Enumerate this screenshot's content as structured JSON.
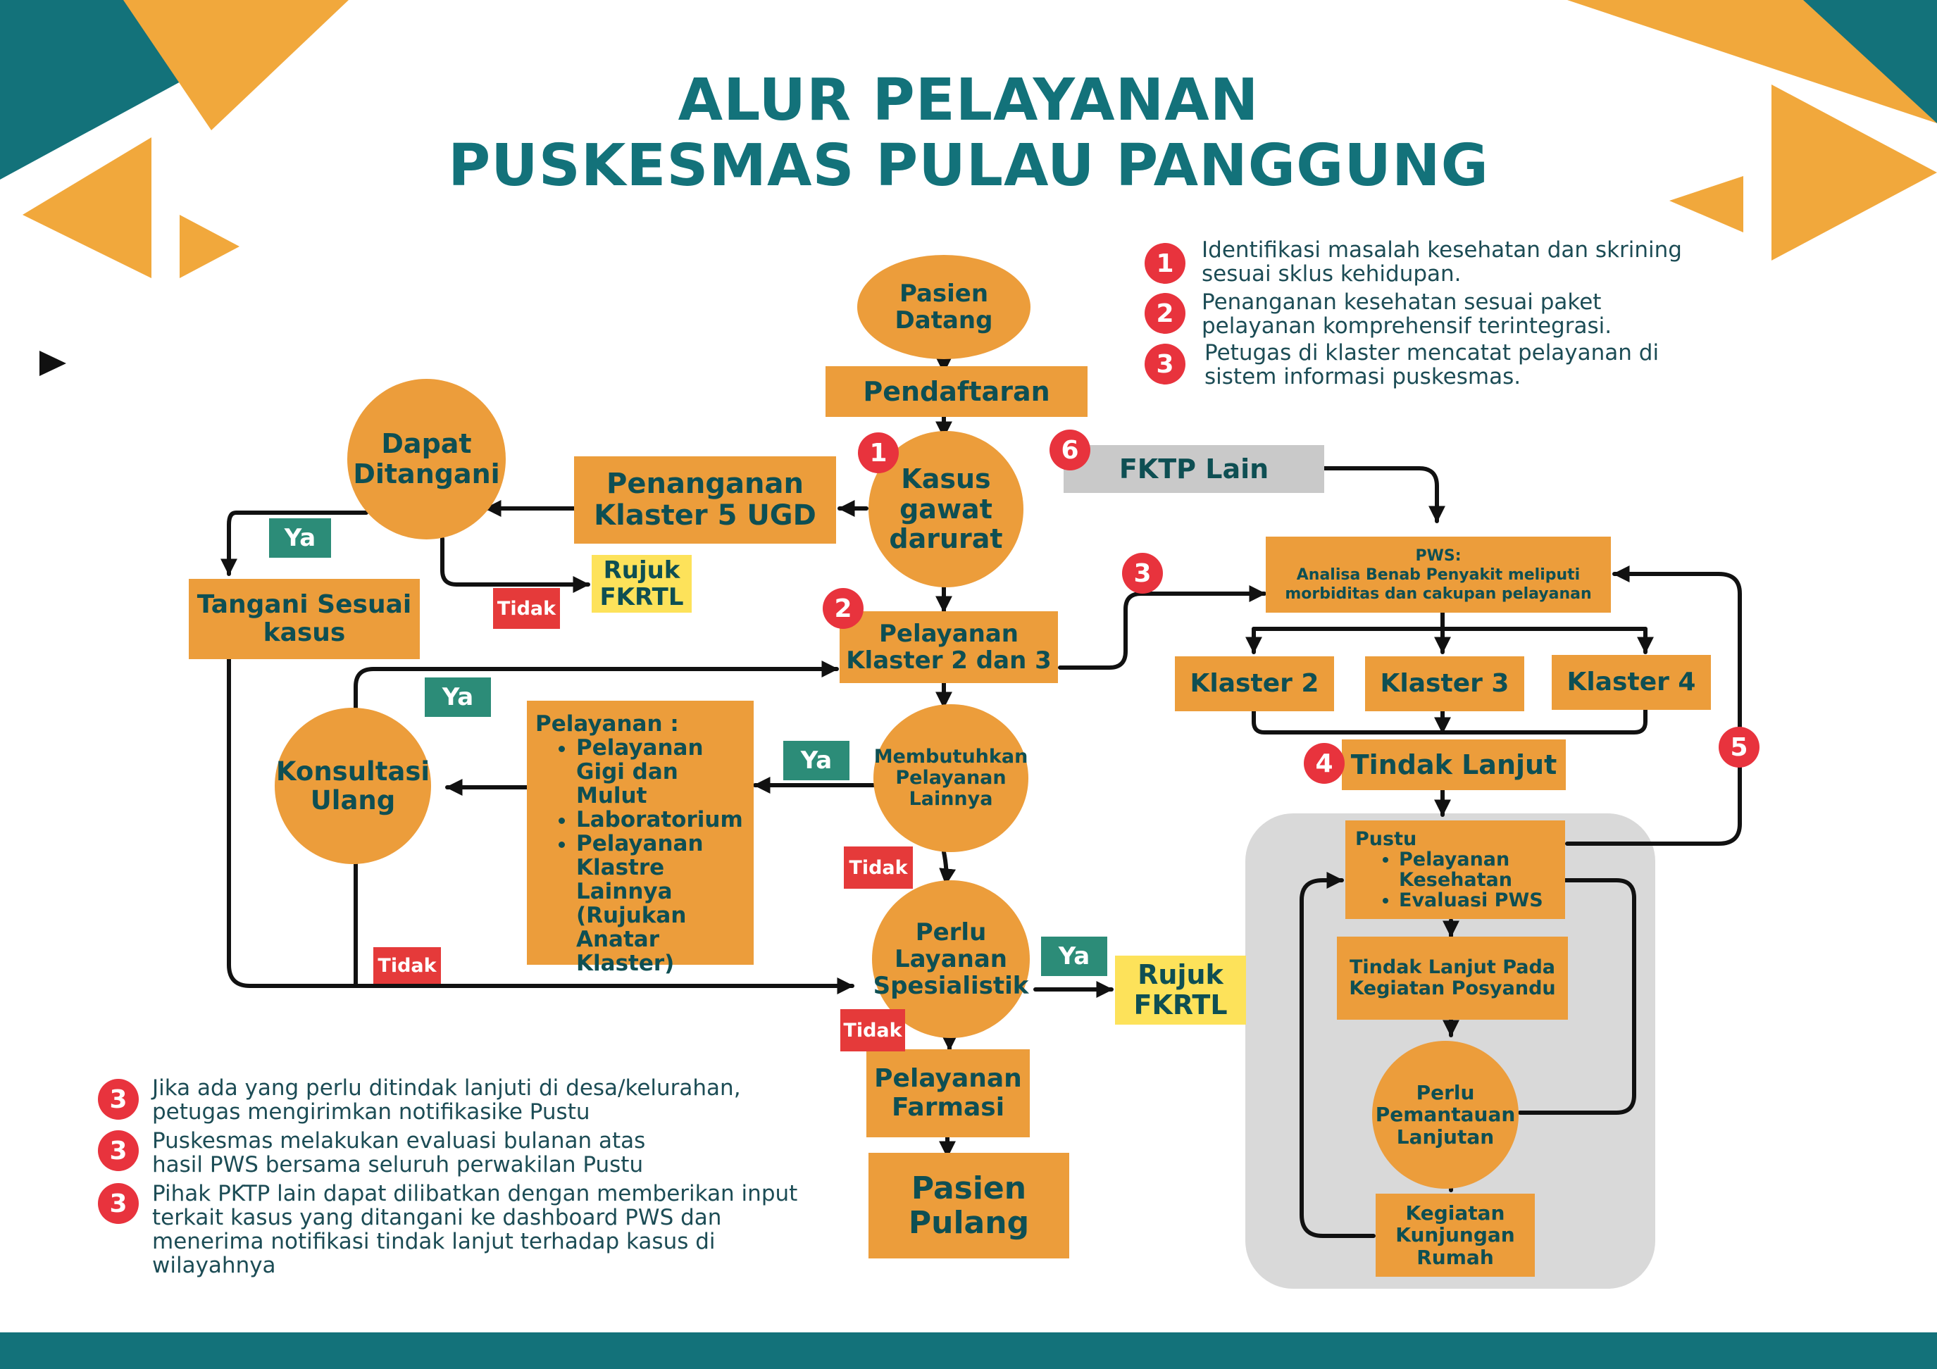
{
  "title": {
    "line1": "ALUR PELAYANAN",
    "line2": "PUSKESMAS PULAU PANGGUNG"
  },
  "colors": {
    "orange": "#ec9d3b",
    "teal": "#13727a",
    "dark_teal": "#0e4f53",
    "green": "#2c8c78",
    "red": "#e53a3a",
    "yellow": "#fde25a",
    "gray": "#c9c9c9",
    "badge_red": "#e8333d"
  },
  "nodes": {
    "pasien_datang": "Pasien Datang",
    "pendaftaran": "Pendaftaran",
    "kasus_gawat_darurat": "Kasus gawat darurat",
    "penanganan_klaster5": "Penanganan Klaster 5 UGD",
    "dapat_ditangani": "Dapat Ditangani",
    "tangani_sesuai_kasus": "Tangani Sesuai kasus",
    "rujuk_fkrtl_1": "Rujuk FKRTL",
    "pelayanan_klaster23": "Pelayanan Klaster 2 dan 3",
    "konsultasi_ulang": "Konsultasi Ulang",
    "pelayanan_lainnya": {
      "heading": "Pelayanan :",
      "items": [
        "Pelayanan Gigi dan Mulut",
        "Laboratorium",
        "Pelayanan Klastre Lainnya (Rujukan Anatar Klaster)"
      ]
    },
    "membutuhkan_pelayanan_lainnya": "Membutuhkan Pelayanan Lainnya",
    "perlu_layanan_spesialistik": "Perlu Layanan Spesialistik",
    "rujuk_fkrtl_2": "Rujuk FKRTL",
    "pelayanan_farmasi": "Pelayanan Farmasi",
    "pasien_pulang": "Pasien Pulang",
    "fktp_lain": "FKTP Lain",
    "pws": {
      "line1": "PWS:",
      "line2": "Analisa Benab Penyakit  meliputi",
      "line3": "morbiditas dan  cakupan pelayanan"
    },
    "klaster2": "Klaster 2",
    "klaster3": "Klaster 3",
    "klaster4": "Klaster 4",
    "tindak_lanjut": "Tindak Lanjut",
    "pustu": {
      "heading": "Pustu",
      "items": [
        "Pelayanan Kesehatan",
        "Evaluasi PWS"
      ]
    },
    "tindak_lanjut_posyandu": "Tindak Lanjut Pada Kegiatan Posyandu",
    "perlu_pemantauan": "Perlu Pemantauan Lanjutan",
    "kegiatan_kunjungan": "Kegiatan Kunjungan Rumah"
  },
  "labels": {
    "ya": "Ya",
    "tidak": "Tidak"
  },
  "badges": {
    "b1": "1",
    "b2": "2",
    "b3": "3",
    "b4": "4",
    "b5": "5",
    "b6": "6"
  },
  "legend_top": [
    {
      "num": "1",
      "line1": "Identifikasi masalah kesehatan dan skrining",
      "line2": "sesuai sklus kehidupan."
    },
    {
      "num": "2",
      "line1": "Penanganan kesehatan sesuai paket",
      "line2": "pelayanan komprehensif terintegrasi."
    },
    {
      "num": "3",
      "line1": "Petugas di klaster mencatat pelayanan di",
      "line2": "sistem informasi puskesmas."
    }
  ],
  "legend_bottom": [
    {
      "num": "3",
      "lines": [
        "Jika ada yang perlu ditindak lanjuti di desa/kelurahan,",
        "petugas mengirimkan notifikasike Pustu"
      ]
    },
    {
      "num": "3",
      "lines": [
        "Puskesmas melakukan evaluasi bulanan atas",
        "hasil PWS bersama seluruh perwakilan Pustu"
      ]
    },
    {
      "num": "3",
      "lines": [
        "Pihak PKTP lain dapat dilibatkan dengan memberikan input",
        "terkait kasus yang ditangani ke dashboard PWS dan",
        "menerima notifikasi tindak lanjut terhadap kasus di",
        "wilayahnya"
      ]
    }
  ]
}
